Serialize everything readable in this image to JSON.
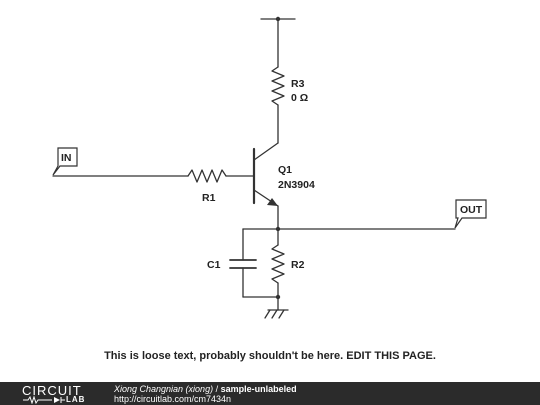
{
  "components": {
    "r3": {
      "name": "R3",
      "value": "0 Ω"
    },
    "q1": {
      "name": "Q1",
      "value": "2N3904"
    },
    "r1": {
      "name": "R1"
    },
    "r2": {
      "name": "R2"
    },
    "c1": {
      "name": "C1"
    }
  },
  "ports": {
    "input": "IN",
    "output": "OUT"
  },
  "note": "This is loose text, probably shouldn't be here. EDIT THIS PAGE.",
  "footer": {
    "logo_top": "CIRCUIT",
    "logo_bottom": "LAB",
    "author": "Xiong Changnian (xiong)",
    "separator": "/",
    "circuit_name": "sample-unlabeled",
    "url": "http://circuitlab.com/cm7434n"
  }
}
